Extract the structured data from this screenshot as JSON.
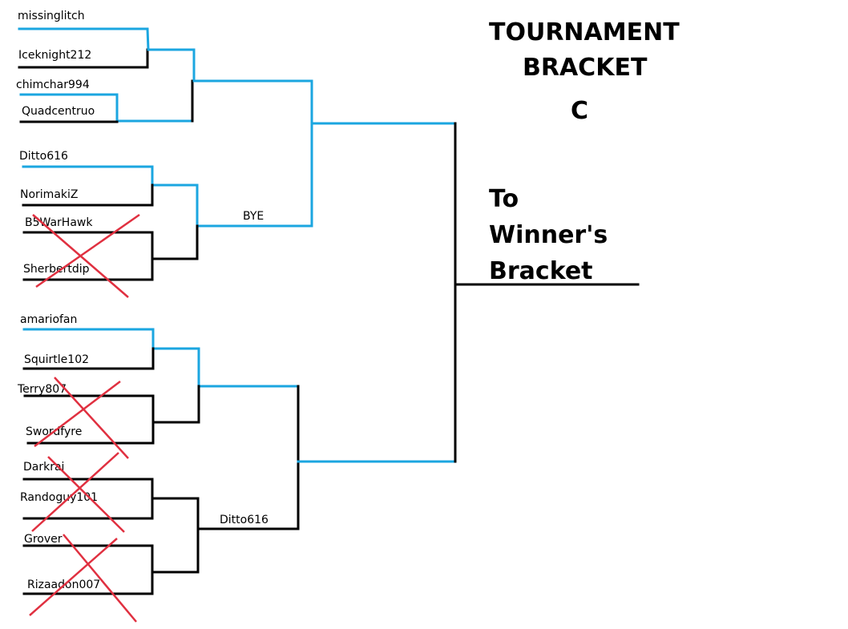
{
  "title": {
    "line1": "TOURNAMENT",
    "line2": "BRACKET",
    "line3": "C"
  },
  "destination": {
    "line1": "To",
    "line2": "Winner's",
    "line3": "Bracket"
  },
  "colors": {
    "advance": "#1ba6e0",
    "eliminated": "#e03040",
    "line": "#000000"
  },
  "round1": [
    {
      "name": "missinglitch",
      "eliminated": false
    },
    {
      "name": "Iceknight212",
      "eliminated": false
    },
    {
      "name": "chimchar994",
      "eliminated": false
    },
    {
      "name": "Quadcentruo",
      "eliminated": false
    },
    {
      "name": "Ditto616",
      "eliminated": false
    },
    {
      "name": "NorimakiZ",
      "eliminated": false
    },
    {
      "name": "B5WarHawk",
      "eliminated": true
    },
    {
      "name": "Sherbertdip",
      "eliminated": true
    },
    {
      "name": "amariofan",
      "eliminated": false
    },
    {
      "name": "Squirtle102",
      "eliminated": false
    },
    {
      "name": "Terry807",
      "eliminated": true
    },
    {
      "name": "Swordfyre",
      "eliminated": true
    },
    {
      "name": "Darkrai",
      "eliminated": true
    },
    {
      "name": "Randoguy101",
      "eliminated": true
    },
    {
      "name": "Grover",
      "eliminated": true
    },
    {
      "name": "Rizaadon007",
      "eliminated": true
    }
  ],
  "round3_labels": {
    "upper_lower": "BYE",
    "lower_lower": "Ditto616"
  }
}
